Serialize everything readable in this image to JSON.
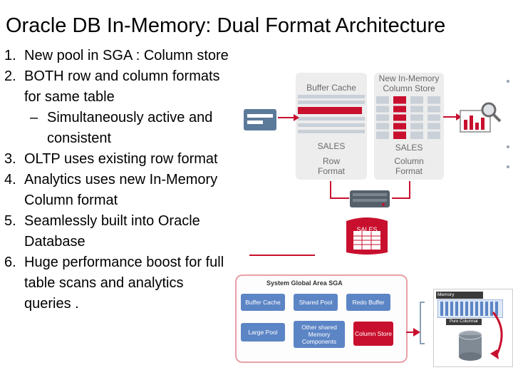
{
  "title": "Oracle DB  In-Memory: Dual Format Architecture",
  "points": [
    {
      "num": "1.",
      "text": "New pool in SGA : Column store"
    },
    {
      "num": "2.",
      "text": "BOTH row and column formats for same table",
      "sub": {
        "dash": "–",
        "text": "Simultaneously active and consistent"
      }
    },
    {
      "num": "3.",
      "text": "OLTP uses existing row format"
    },
    {
      "num": "4.",
      "text": "Analytics uses new In-Memory Column format"
    },
    {
      "num": "5.",
      "text": "Seamlessly built into Oracle Database"
    },
    {
      "num": "6.",
      "text": "Huge performance boost for full table scans and analytics queries ."
    }
  ],
  "diagram": {
    "buffer_cache": {
      "title": "Buffer Cache",
      "table": "SALES",
      "format": "Row Format"
    },
    "column_store": {
      "title": "New In-Memory Column Store",
      "table": "SALES",
      "format": "Column Format"
    },
    "disk_table_label": "SALES",
    "sga": {
      "title": "System Global Area SGA",
      "boxes": {
        "buffer_cache": "Buffer Cache",
        "shared_pool": "Shared Pool",
        "redo_buffer": "Redo Buffer",
        "large_pool": "Large Pool",
        "other_shared": "Other shared Memory Components",
        "column_store": "Column Store"
      }
    },
    "memory_box": {
      "title": "Memory",
      "label": "Pure Columnar"
    },
    "colors": {
      "red": "#c8102e",
      "blue": "#5c85c6",
      "panel": "#ededed",
      "grey": "#6a6a6a"
    },
    "icons": [
      "oltp-form-icon",
      "analytics-chart-magnifier-icon",
      "server-icon",
      "disk-table-icon",
      "database-cylinder-icon",
      "refresh-arrow-icon"
    ]
  }
}
